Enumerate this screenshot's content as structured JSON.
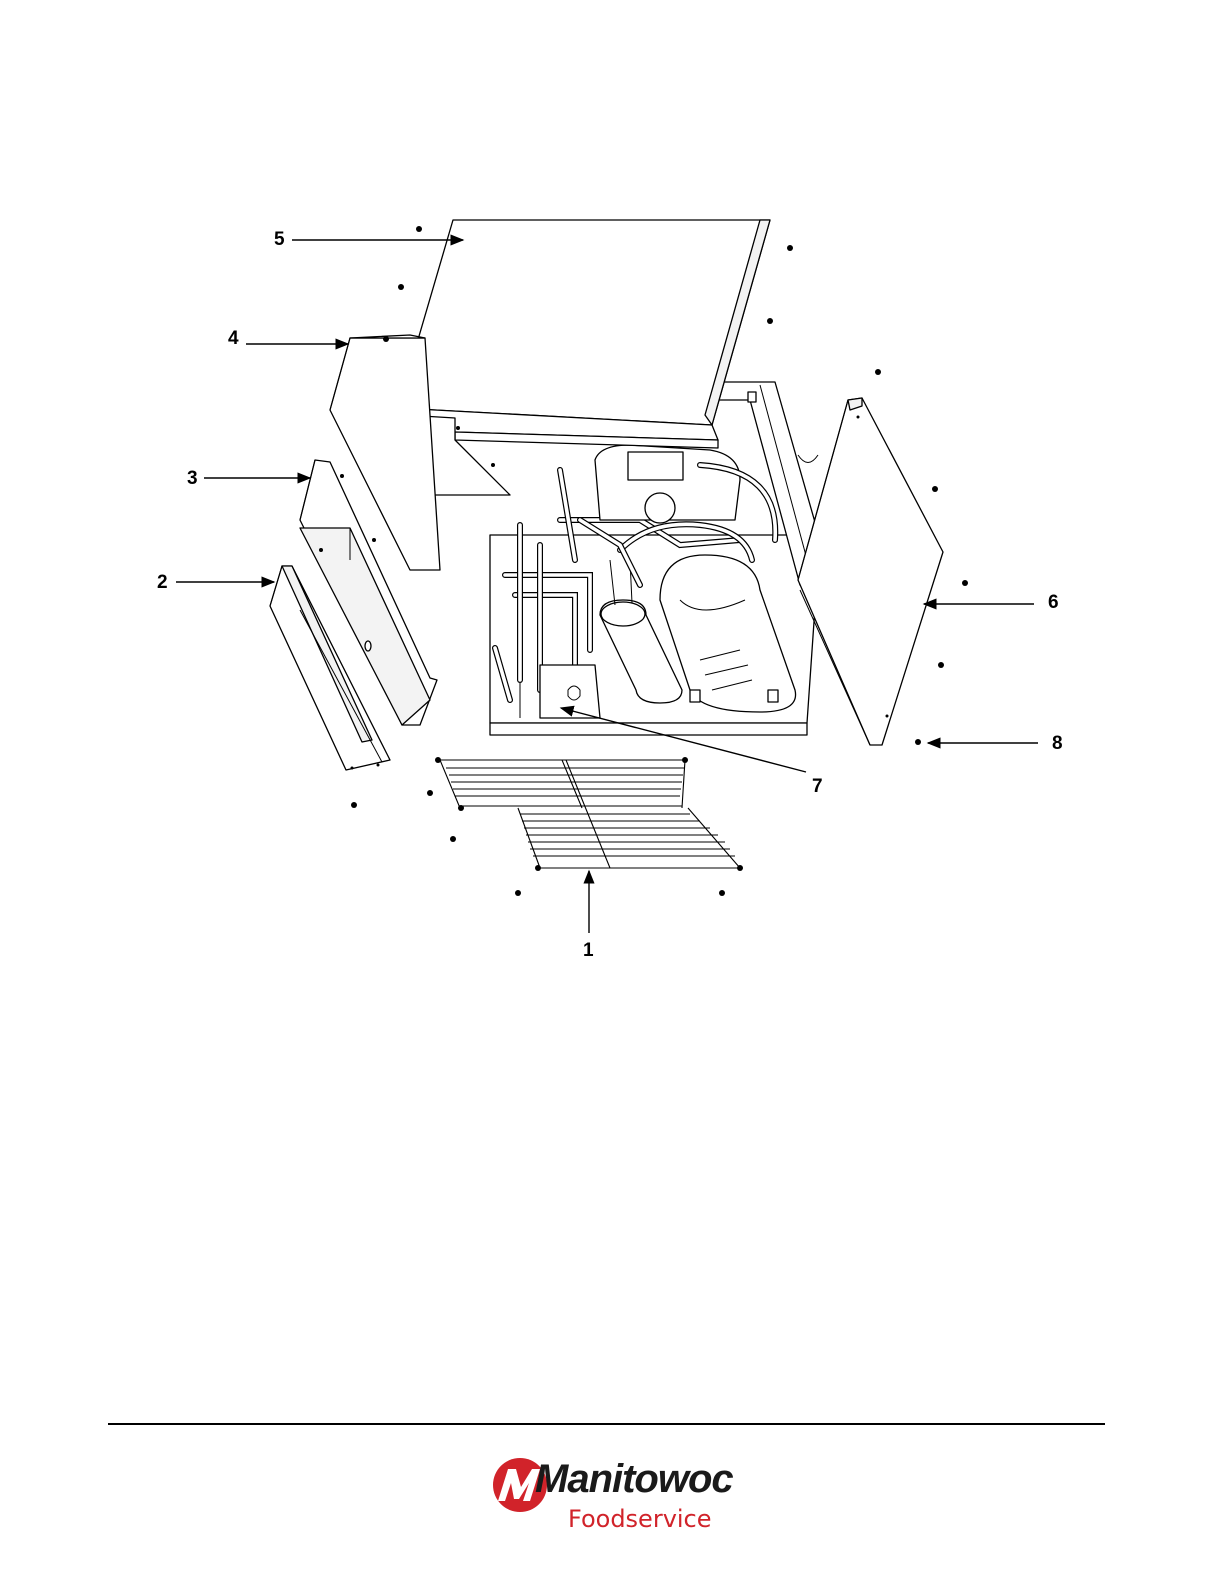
{
  "diagram": {
    "callouts": [
      "1",
      "2",
      "3",
      "4",
      "5",
      "6",
      "7",
      "8"
    ]
  },
  "footer": {
    "brand_name": "Manitowoc",
    "brand_sub": "Foodservice",
    "brand_color": "#d1232a"
  },
  "icons": [
    "manitowoc-logo"
  ]
}
